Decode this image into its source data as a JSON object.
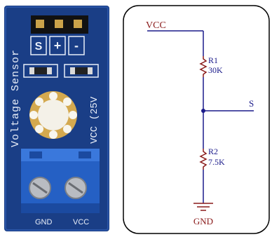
{
  "board": {
    "title": "Voltage Sensor",
    "vcc_text": "VCC (25V",
    "pins": [
      "S",
      "+",
      "-"
    ],
    "terminals": [
      "GND",
      "VCC"
    ],
    "colors": {
      "pcb": "#1a3e86",
      "terminal_block": "#2560c4",
      "silk": "#e8eef8",
      "header": "#111111",
      "pin_gold": "#caa24a"
    }
  },
  "schematic": {
    "nodes": {
      "vcc": "VCC",
      "output": "S",
      "ground": "GND"
    },
    "resistors": [
      {
        "ref": "R1",
        "value": "30K"
      },
      {
        "ref": "R2",
        "value": "7.5K"
      }
    ],
    "colors": {
      "wire": "#1a1a8a",
      "resistor": "#8a1a1a",
      "text_blue": "#1a1a8a",
      "text_red": "#8a1a1a",
      "border": "#000000"
    }
  }
}
